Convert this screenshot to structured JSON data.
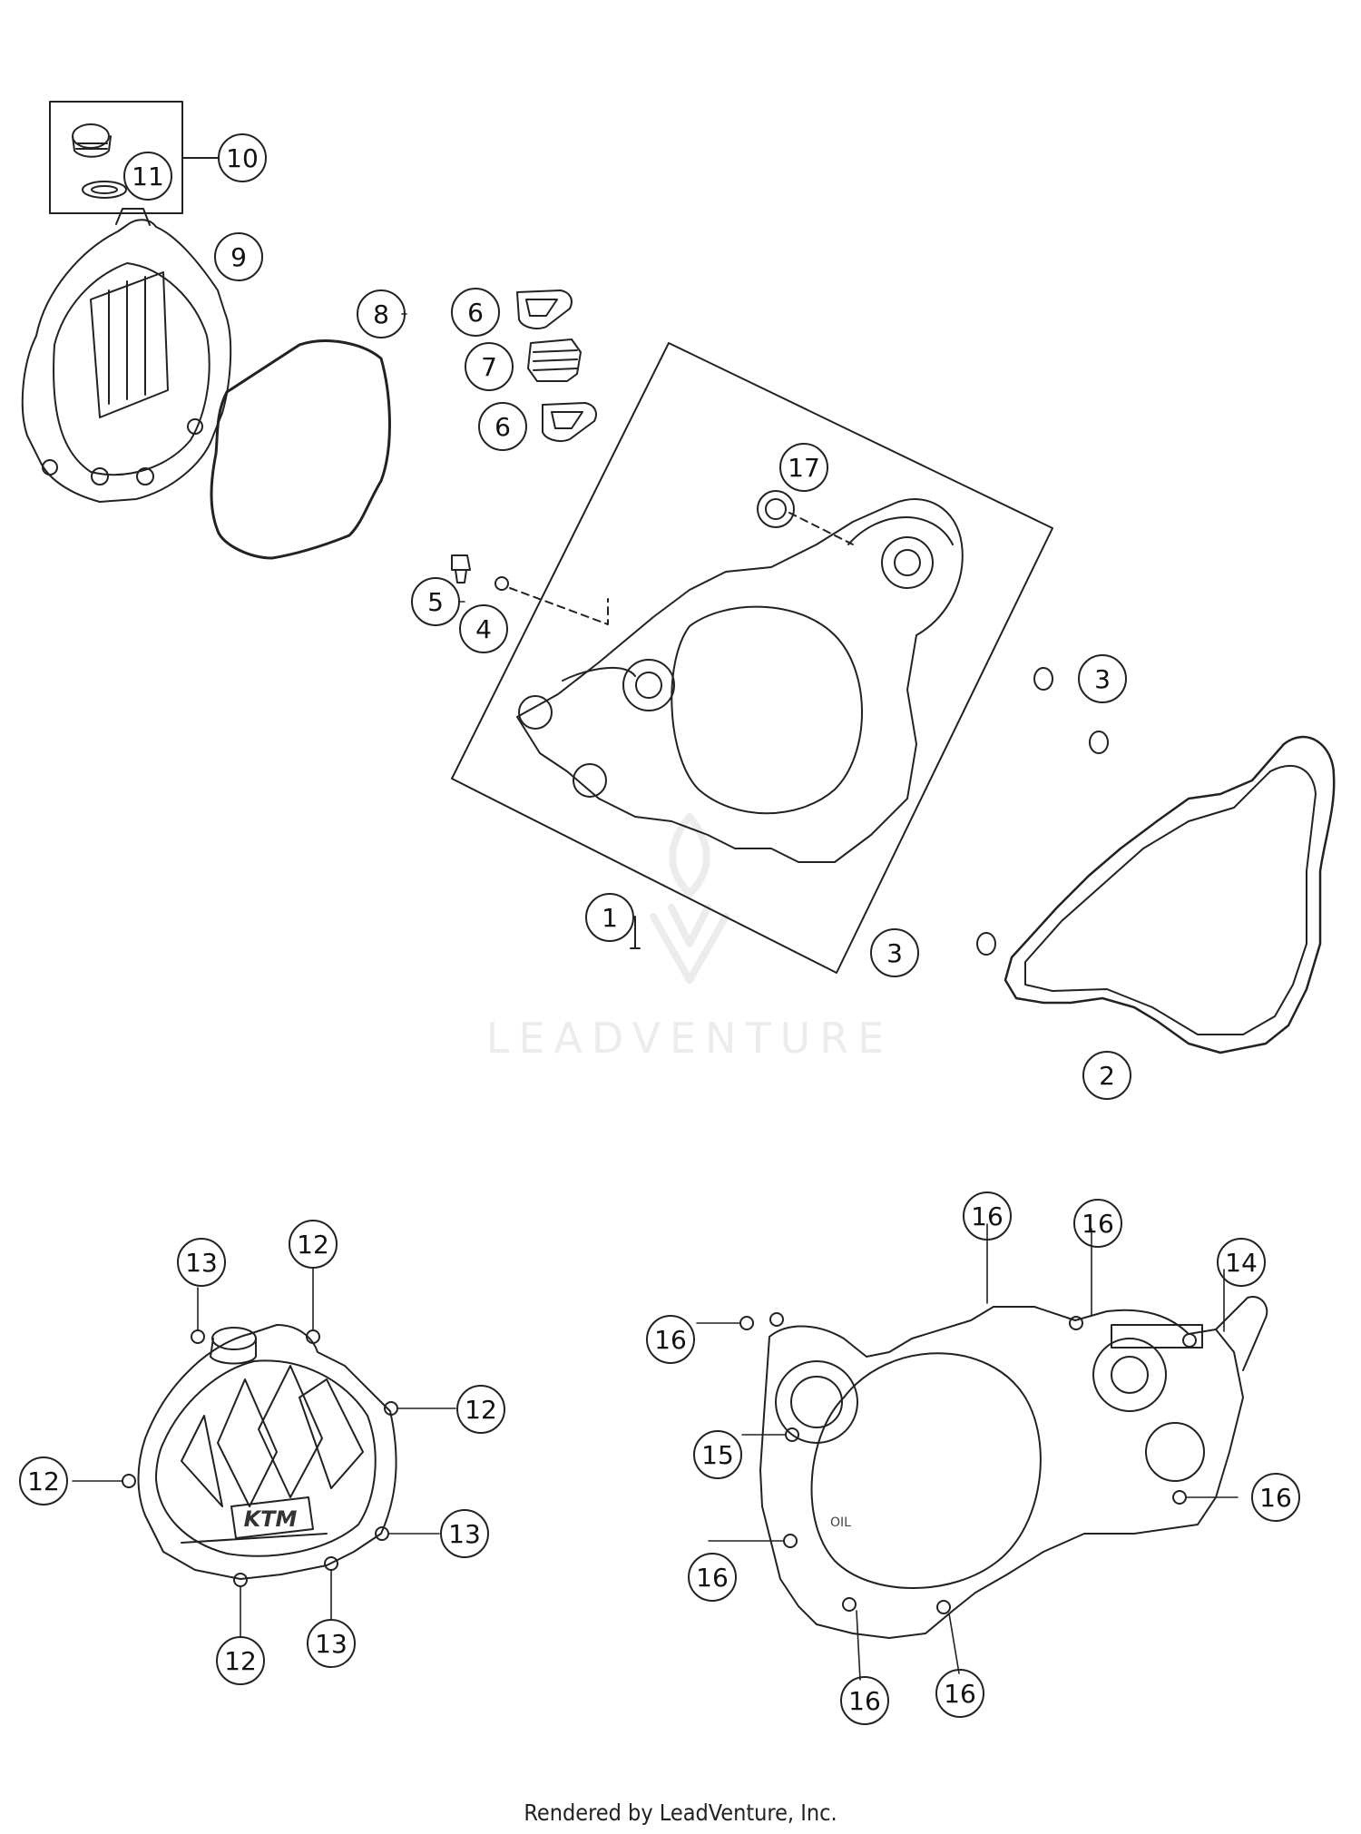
{
  "diagram": {
    "callouts": {
      "c1": "1",
      "c2": "2",
      "c3a": "3",
      "c3b": "3",
      "c4": "4",
      "c5": "5",
      "c6a": "6",
      "c6b": "6",
      "c7": "7",
      "c8": "8",
      "c9": "9",
      "c10": "10",
      "c11": "11",
      "c17": "17",
      "c12a": "12",
      "c12b": "12",
      "c12c": "12",
      "c12d": "12",
      "c13a": "13",
      "c13b": "13",
      "c13c": "13",
      "c14": "14",
      "c15": "15",
      "c16a": "16",
      "c16b": "16",
      "c16c": "16",
      "c16d": "16",
      "c16e": "16",
      "c16f": "16",
      "c16g": "16"
    },
    "cover_logo": "KTM",
    "oil_mark": "OIL"
  },
  "watermark": {
    "text": "LEADVENTURE"
  },
  "footer": {
    "text": "Rendered by LeadVenture, Inc."
  }
}
